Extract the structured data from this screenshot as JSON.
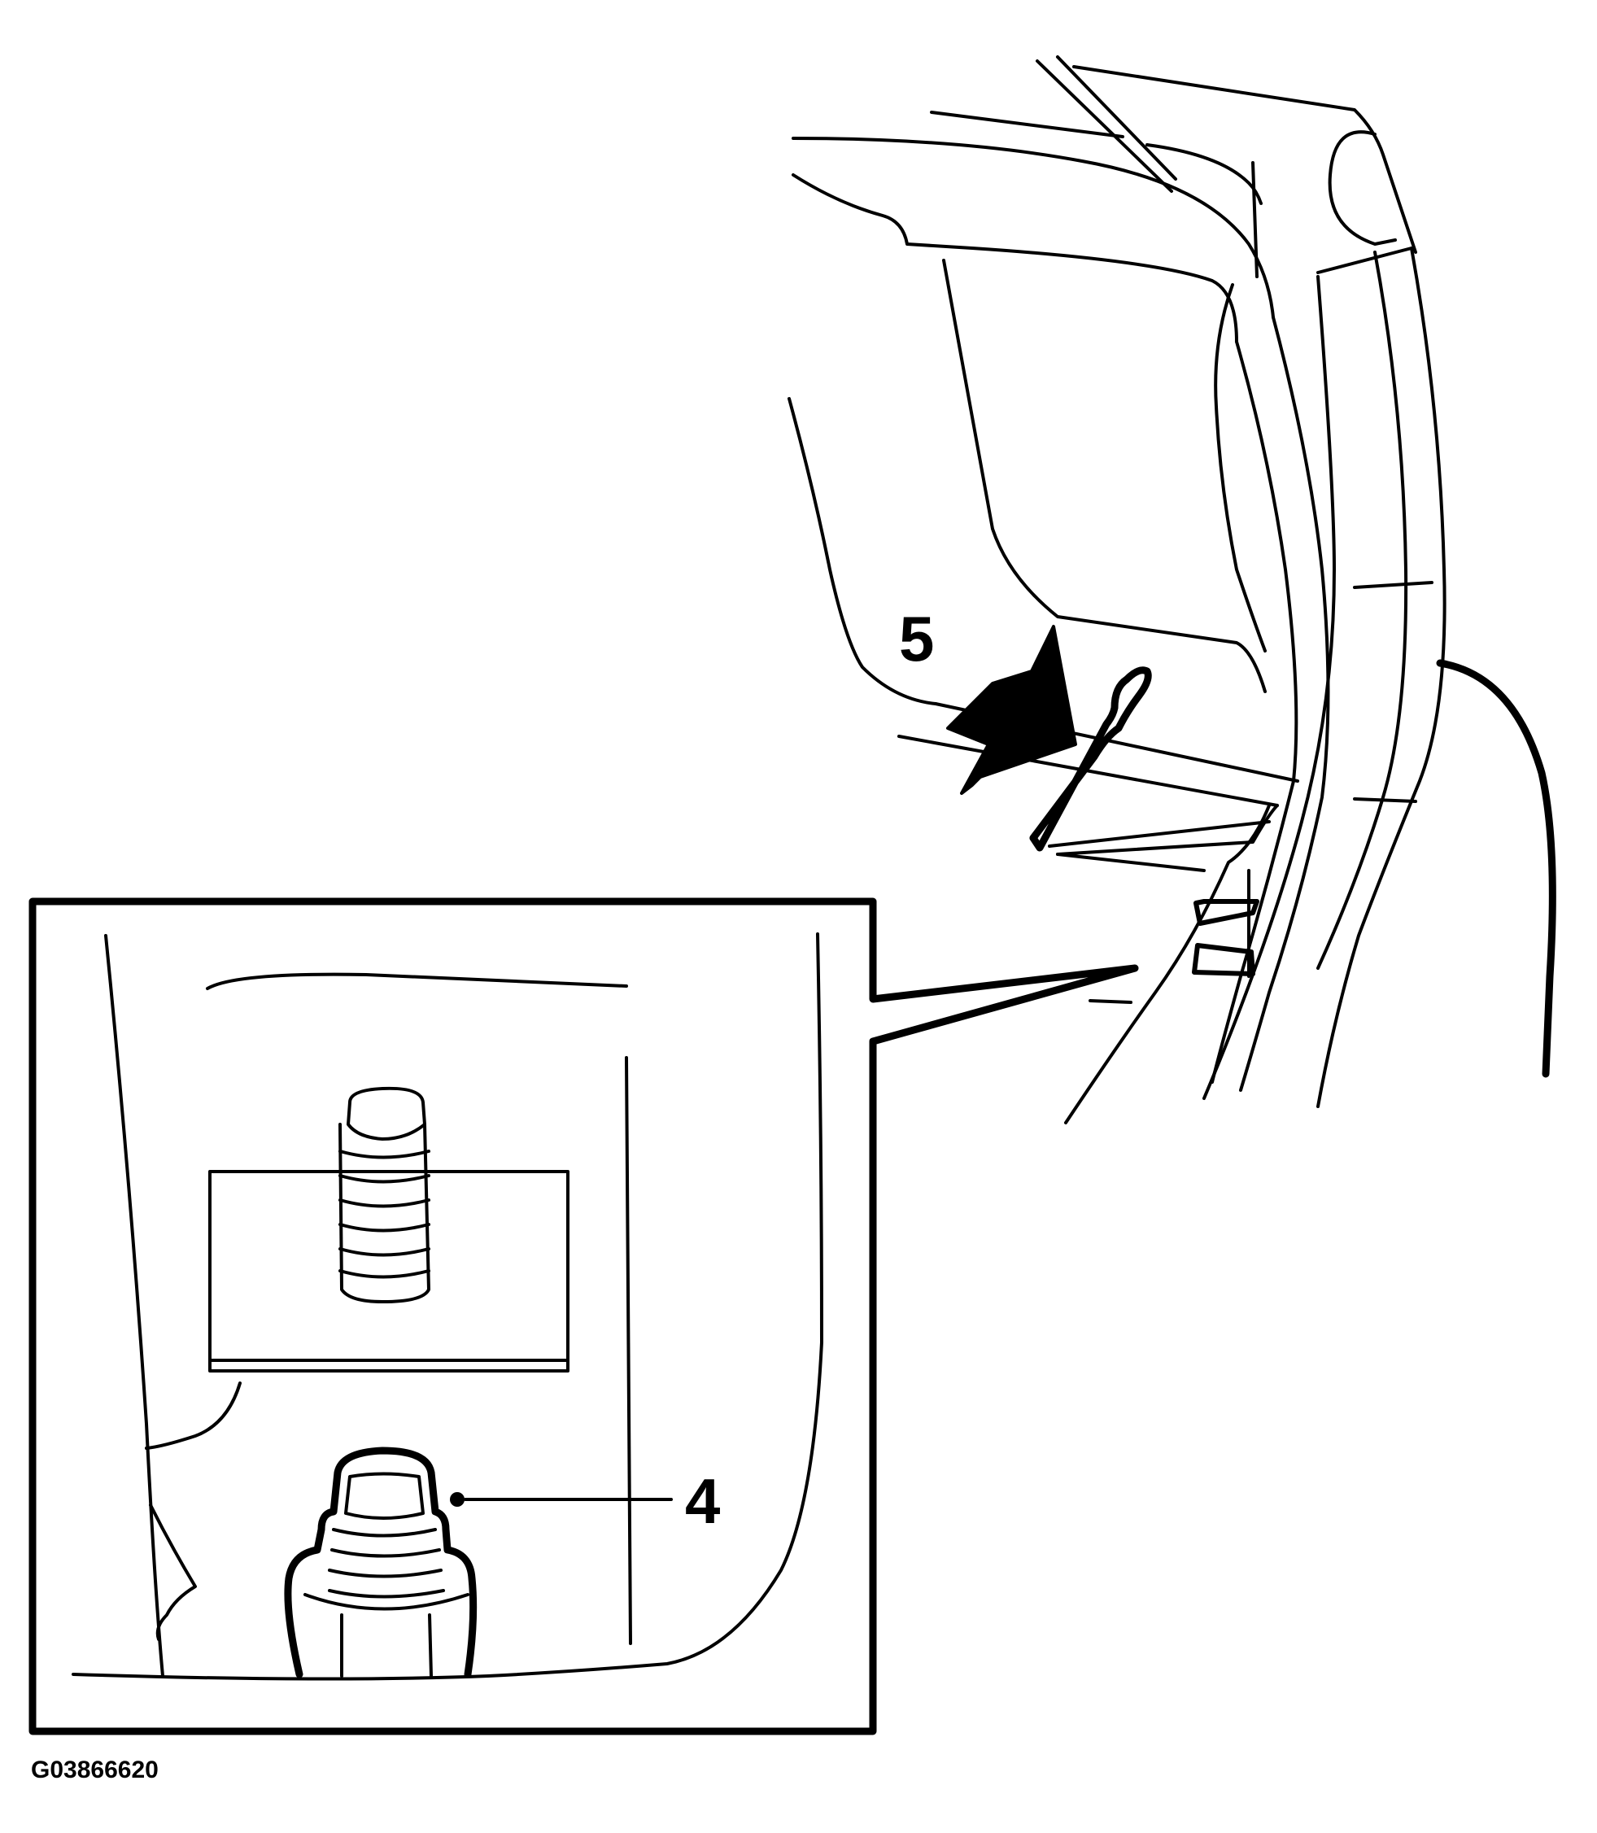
{
  "figure_id": "G03866620",
  "callouts": {
    "upper": {
      "label": "5"
    },
    "inset": {
      "label": "4"
    }
  },
  "colors": {
    "line": "#000000",
    "background": "#ffffff"
  }
}
